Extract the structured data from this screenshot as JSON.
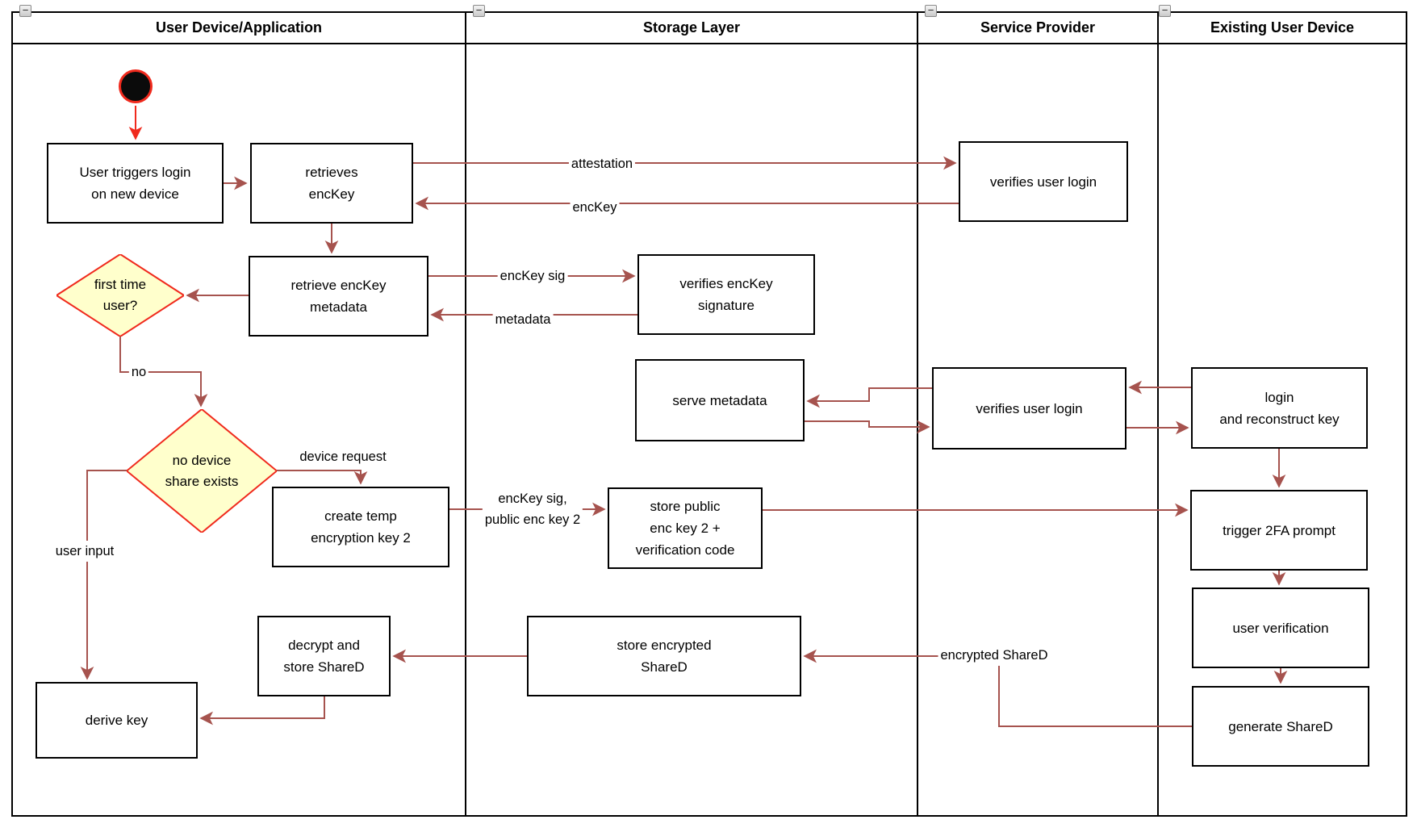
{
  "colors": {
    "connector": "#A6534E",
    "accent": "#F02A1D",
    "diamond_fill": "#FFFFCC"
  },
  "collapse_glyph": "−",
  "lanes": [
    {
      "label": "User Device/Application"
    },
    {
      "label": "Storage Layer"
    },
    {
      "label": "Service Provider"
    },
    {
      "label": "Existing User Device"
    }
  ],
  "nodes": {
    "user_triggers": {
      "label": "User triggers login\non new device"
    },
    "retrieves_enckey": {
      "label": "retrieves\nencKey"
    },
    "retrieve_metadata": {
      "label": "retrieve encKey\nmetadata"
    },
    "first_time": {
      "label": "first time\nuser?"
    },
    "no_device_share": {
      "label": "no device\nshare exists"
    },
    "create_temp_key": {
      "label": "create temp\nencryption key 2"
    },
    "decrypt_store": {
      "label": "decrypt and\nstore ShareD"
    },
    "derive_key": {
      "label": "derive key"
    },
    "verifies_sig": {
      "label": "verifies encKey\nsignature"
    },
    "serve_metadata": {
      "label": "serve metadata"
    },
    "store_public_key": {
      "label": "store public\nenc key 2 +\nverification code"
    },
    "store_encrypted": {
      "label": "store encrypted\nShareD"
    },
    "verifies_login_1": {
      "label": "verifies user login"
    },
    "verifies_login_2": {
      "label": "verifies user login"
    },
    "login_reconstruct": {
      "label": "login\nand reconstruct key"
    },
    "trigger_2fa": {
      "label": "trigger 2FA prompt"
    },
    "user_verification": {
      "label": "user verification"
    },
    "generate_shared": {
      "label": "generate ShareD"
    }
  },
  "edge_labels": {
    "attestation": "attestation",
    "enckey": "encKey",
    "enckey_sig": "encKey sig",
    "metadata": "metadata",
    "no": "no",
    "device_request": "device request",
    "user_input": "user input",
    "enckey_sig_public": "encKey sig,\npublic enc key 2",
    "encrypted_shared": "encrypted ShareD"
  }
}
